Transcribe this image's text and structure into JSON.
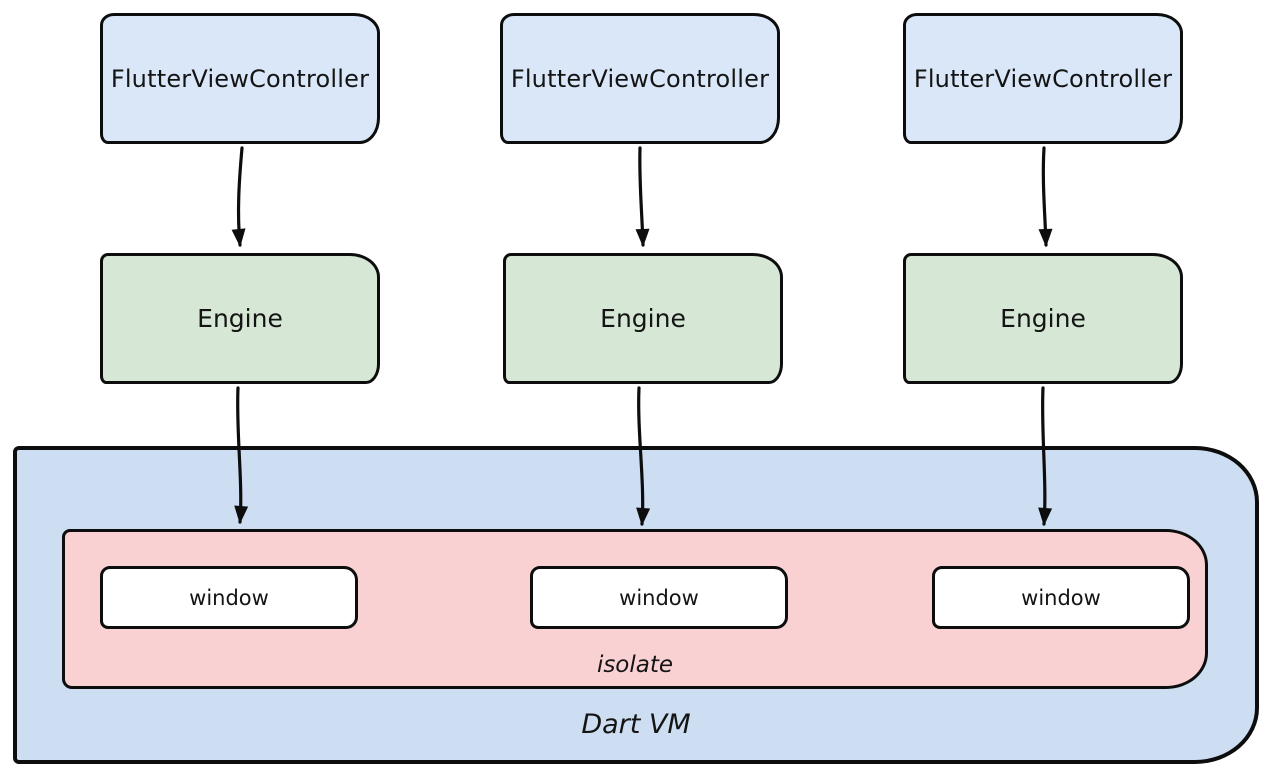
{
  "columns": [
    {
      "controller_label": "FlutterViewController",
      "engine_label": "Engine",
      "window_label": "window"
    },
    {
      "controller_label": "FlutterViewController",
      "engine_label": "Engine",
      "window_label": "window"
    },
    {
      "controller_label": "FlutterViewController",
      "engine_label": "Engine",
      "window_label": "window"
    }
  ],
  "containers": {
    "isolate_label": "isolate",
    "dart_vm_label": "Dart VM"
  },
  "colors": {
    "controller_fill": "#d9e7f9",
    "engine_fill": "#d6e8d5",
    "isolate_fill": "#f9d1d2",
    "vm_fill": "#cdddf2",
    "window_fill": "#ffffff",
    "stroke": "#0d0d0d",
    "text": "#141414"
  }
}
